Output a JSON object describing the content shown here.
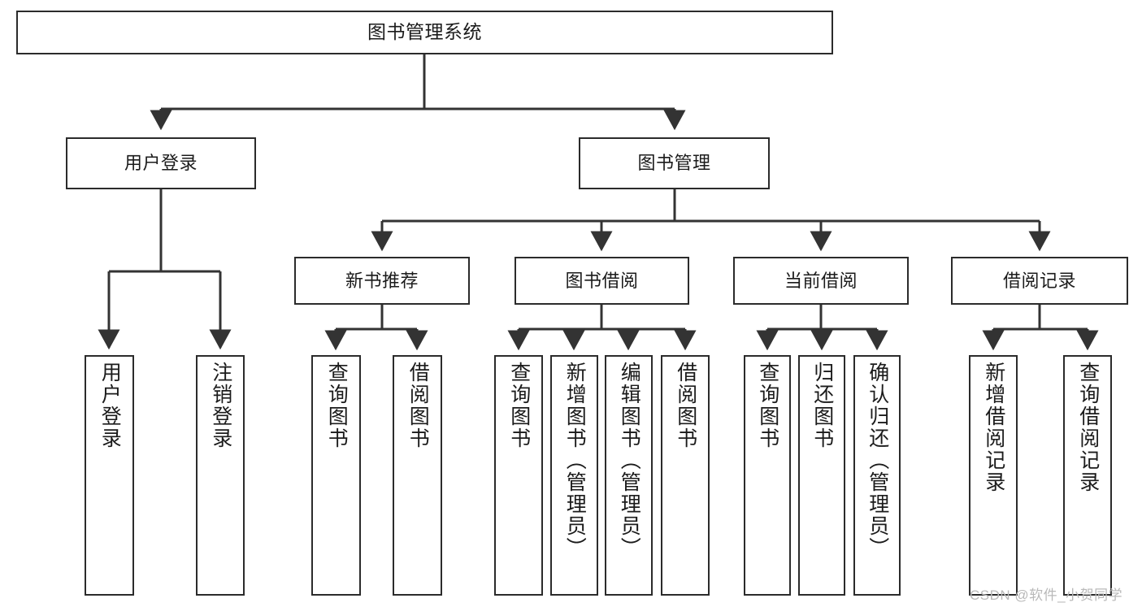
{
  "diagram": {
    "title": "图书管理系统",
    "type": "tree-hierarchy-chart",
    "watermark": "CSDN @软件_小贺同学",
    "colors": {
      "border": "#2b2b2b",
      "background": "#ffffff",
      "text": "#1b1b1b",
      "edge": "#333333",
      "watermark": "#b9b9b9"
    },
    "levels": {
      "root": "图书管理系统",
      "level2": [
        "用户登录",
        "图书管理"
      ],
      "level3": [
        "新书推荐",
        "图书借阅",
        "当前借阅",
        "借阅记录"
      ]
    },
    "nodes": {
      "root": {
        "label": "图书管理系统"
      },
      "user_login": {
        "label": "用户登录"
      },
      "book_manage": {
        "label": "图书管理"
      },
      "new_book_rec": {
        "label": "新书推荐"
      },
      "book_borrow": {
        "label": "图书借阅"
      },
      "current_borrow": {
        "label": "当前借阅"
      },
      "borrow_record": {
        "label": "借阅记录"
      },
      "leaf_user_login": {
        "label": "用户登录"
      },
      "leaf_logout": {
        "label": "注销登录"
      },
      "leaf_query_book_a": {
        "label": "查询图书"
      },
      "leaf_borrow_book_a": {
        "label": "借阅图书"
      },
      "leaf_query_book_b": {
        "label": "查询图书"
      },
      "leaf_add_book": {
        "label": "新增图书（管理员）"
      },
      "leaf_edit_book": {
        "label": "编辑图书（管理员）"
      },
      "leaf_borrow_book_b": {
        "label": "借阅图书"
      },
      "leaf_query_book_c": {
        "label": "查询图书"
      },
      "leaf_return_book": {
        "label": "归还图书"
      },
      "leaf_confirm_return": {
        "label": "确认归还（管理员）"
      },
      "leaf_add_record": {
        "label": "新增借阅记录"
      },
      "leaf_query_record": {
        "label": "查询借阅记录"
      }
    },
    "structure": [
      {
        "parent": "图书管理系统",
        "children": [
          {
            "parent": "用户登录",
            "children": [
              "用户登录",
              "注销登录"
            ]
          },
          {
            "parent": "图书管理",
            "children": [
              {
                "parent": "新书推荐",
                "children": [
                  "查询图书",
                  "借阅图书"
                ]
              },
              {
                "parent": "图书借阅",
                "children": [
                  "查询图书",
                  "新增图书（管理员）",
                  "编辑图书（管理员）",
                  "借阅图书"
                ]
              },
              {
                "parent": "当前借阅",
                "children": [
                  "查询图书",
                  "归还图书",
                  "确认归还（管理员）"
                ]
              },
              {
                "parent": "借阅记录",
                "children": [
                  "新增借阅记录",
                  "查询借阅记录"
                ]
              }
            ]
          }
        ]
      }
    ]
  }
}
